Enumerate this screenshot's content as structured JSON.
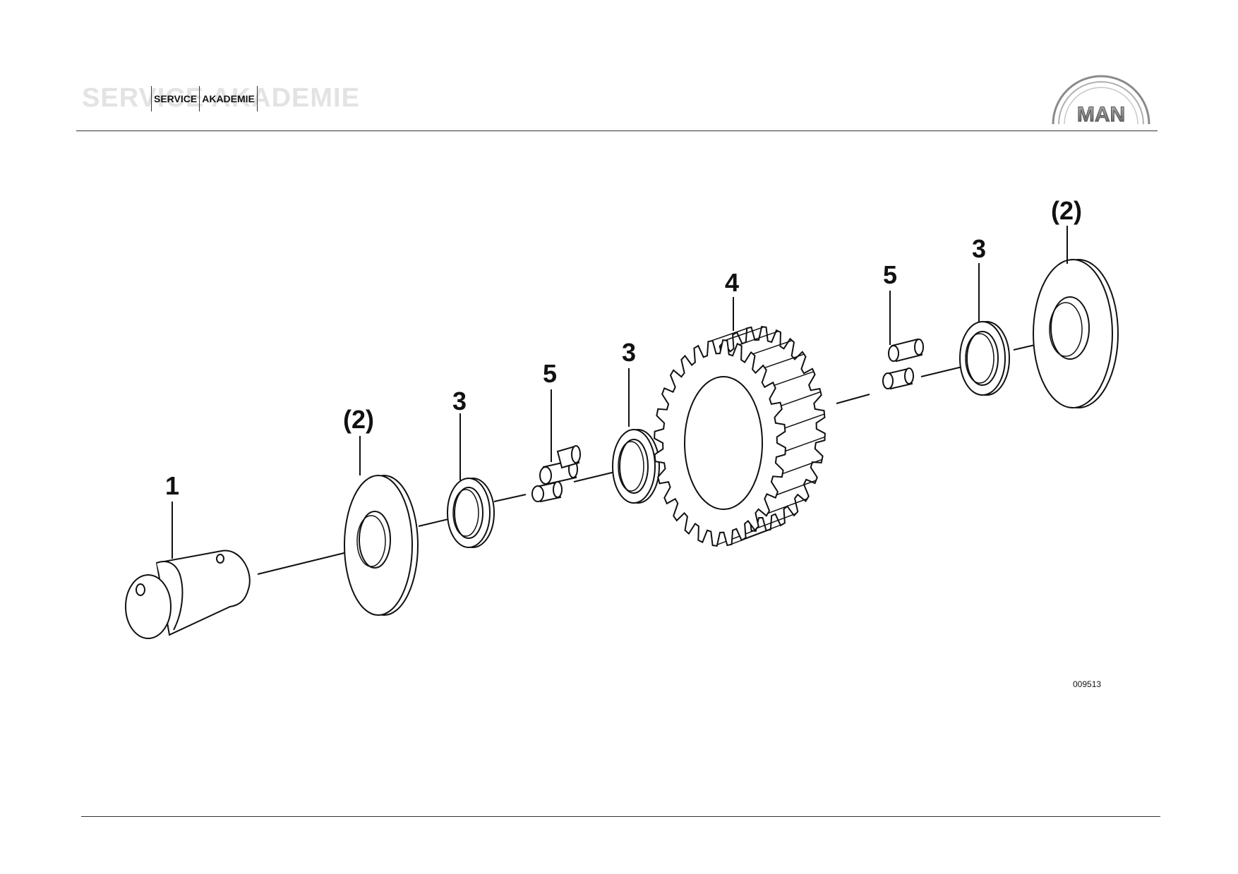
{
  "header": {
    "watermark": "SERVICE AKADEMIE",
    "box_words": [
      "SERVICE",
      "AKADEMIE"
    ]
  },
  "logo": {
    "text": "MAN"
  },
  "callouts": {
    "shaft": "1",
    "washer_left": "(2)",
    "washer_right": "(2)",
    "ring_1": "3",
    "ring_2": "3",
    "ring_3": "3",
    "gear": "4",
    "needles_left": "5",
    "needles_right": "5"
  },
  "figure_ref": "009513"
}
